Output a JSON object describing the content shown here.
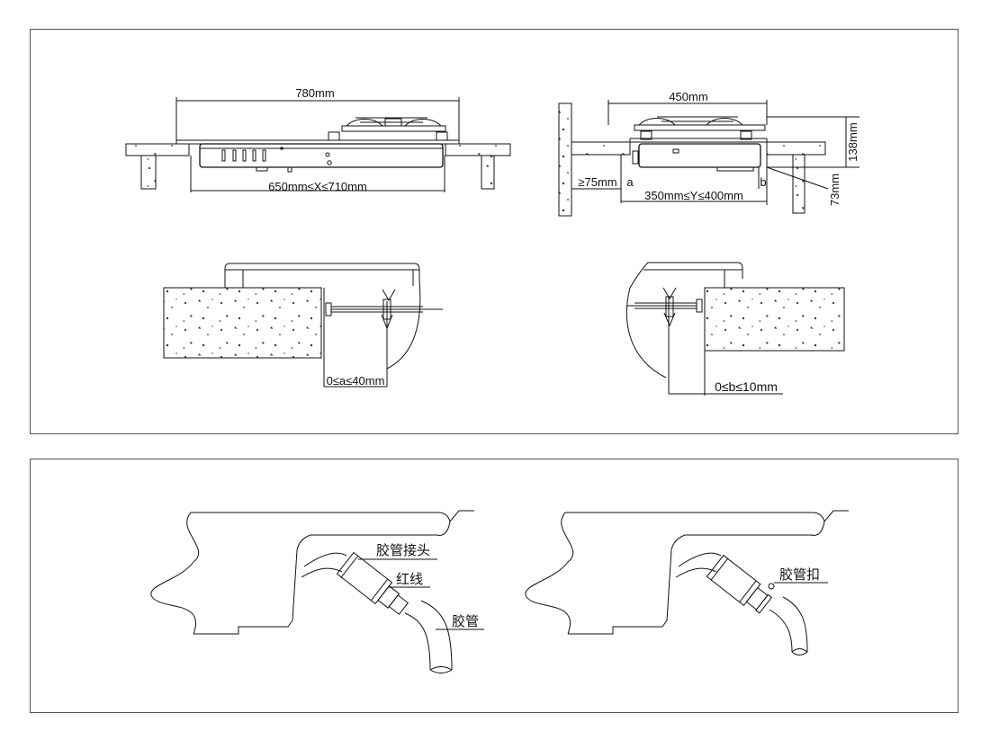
{
  "top_panel": {
    "front_view": {
      "overall_width": "780mm",
      "cutout_x": "650mm≤X≤710mm"
    },
    "side_view": {
      "depth": "450mm",
      "height": "138mm",
      "wall_gap": "≥75mm",
      "mark_a": "a",
      "mark_b": "b",
      "cutout_y": "350mm≤Y≤400mm",
      "body_height": "73mm"
    },
    "clip_left": {
      "range_a": "0≤a≤40mm"
    },
    "clip_right": {
      "range_b": "0≤b≤10mm"
    }
  },
  "bottom_panel": {
    "left_detail": {
      "hose_connector": "胶管接头",
      "red_line": "红线",
      "hose": "胶管"
    },
    "right_detail": {
      "hose_clamp": "胶管扣"
    }
  }
}
